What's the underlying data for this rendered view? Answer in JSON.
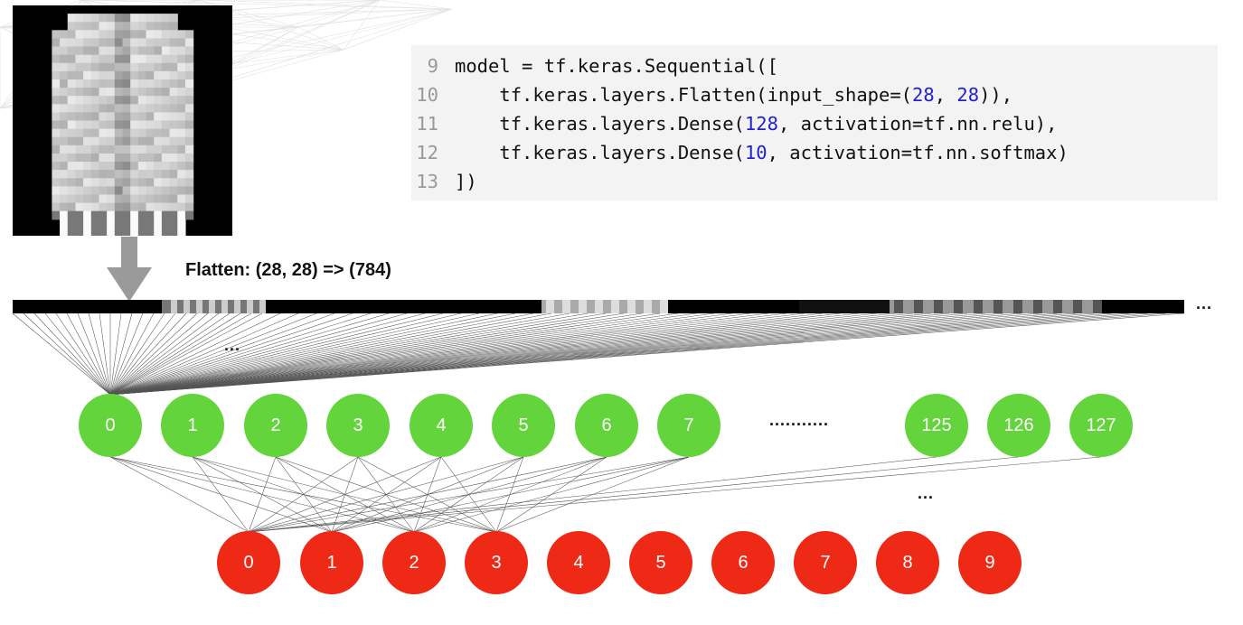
{
  "code": {
    "lines": [
      {
        "n": "9",
        "parts": [
          {
            "t": "model = tf.keras.Sequential(["
          }
        ]
      },
      {
        "n": "10",
        "parts": [
          {
            "t": "    tf.keras.layers.Flatten(input_shape=("
          },
          {
            "t": "28",
            "num": true
          },
          {
            "t": ", "
          },
          {
            "t": "28",
            "num": true
          },
          {
            "t": ")),"
          }
        ]
      },
      {
        "n": "11",
        "parts": [
          {
            "t": "    tf.keras.layers.Dense("
          },
          {
            "t": "128",
            "num": true
          },
          {
            "t": ", activation=tf.nn.relu),"
          }
        ]
      },
      {
        "n": "12",
        "parts": [
          {
            "t": "    tf.keras.layers.Dense("
          },
          {
            "t": "10",
            "num": true
          },
          {
            "t": ", activation=tf.nn.softmax)"
          }
        ]
      },
      {
        "n": "13",
        "parts": [
          {
            "t": "])"
          }
        ]
      }
    ]
  },
  "flatten_label": "Flatten: (28, 28) => (784)",
  "ellipsis": {
    "strip_end": "...",
    "input_connections": "...",
    "hidden_gap": "...........",
    "output_connections": "..."
  },
  "hidden_nodes": [
    "0",
    "1",
    "2",
    "3",
    "4",
    "5",
    "6",
    "7",
    "125",
    "126",
    "127"
  ],
  "output_nodes": [
    "0",
    "1",
    "2",
    "3",
    "4",
    "5",
    "6",
    "7",
    "8",
    "9"
  ],
  "colors": {
    "hidden_node": "#63d43b",
    "output_node": "#ee2a17",
    "code_number": "#2222cc",
    "arrow": "#9a9a9a"
  }
}
